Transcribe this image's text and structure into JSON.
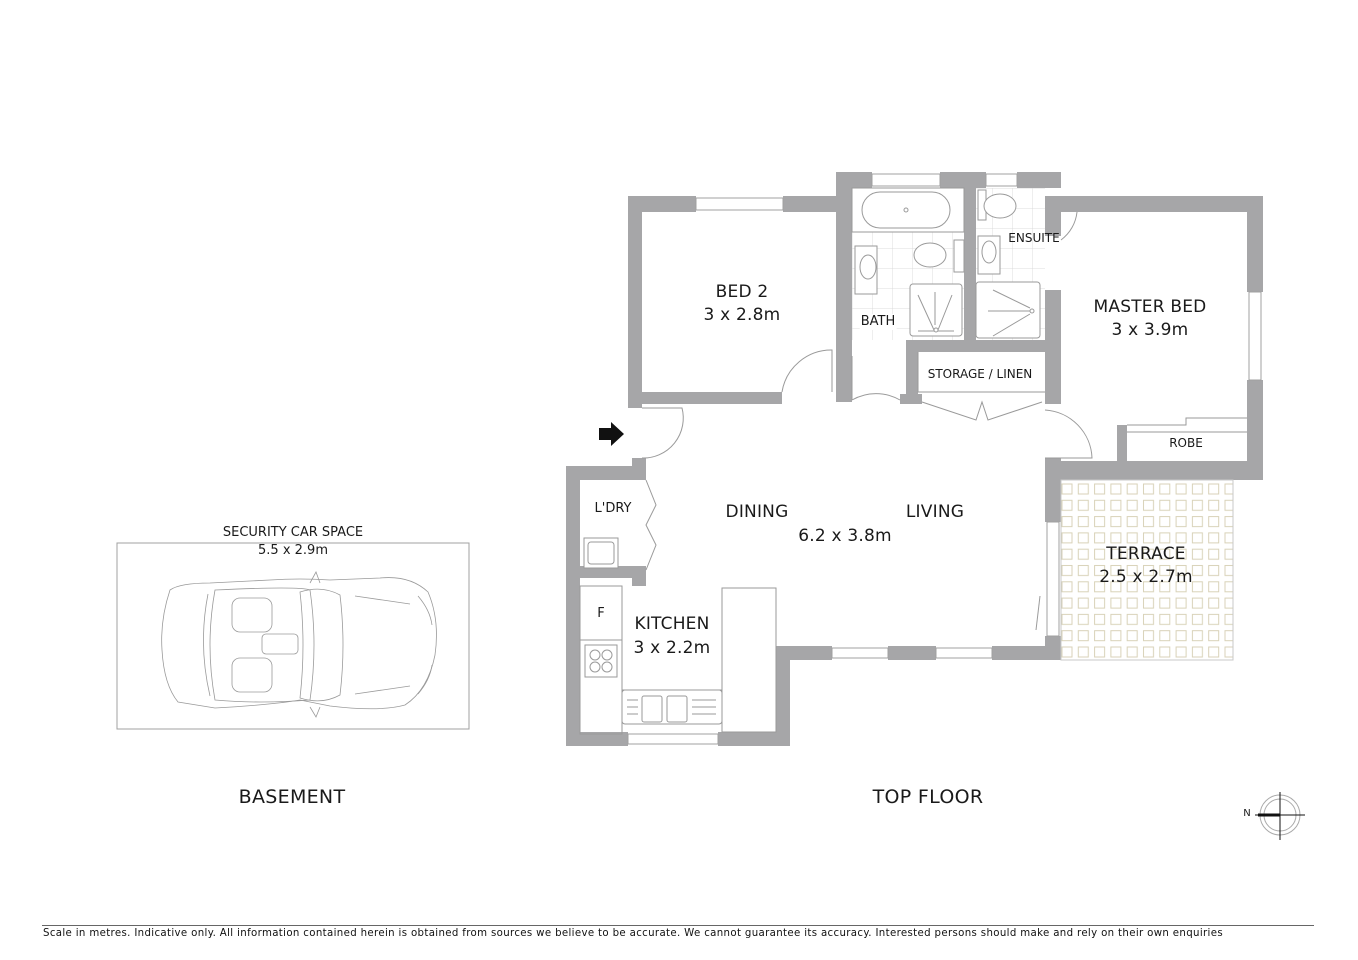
{
  "plan": {
    "entry_arrow_icon": "arrow-right",
    "compass": {
      "north_label": "N"
    },
    "sections": [
      {
        "id": "basement",
        "label": "BASEMENT"
      },
      {
        "id": "top_floor",
        "label": "TOP FLOOR"
      }
    ],
    "basement": {
      "car_space": {
        "name": "SECURITY CAR SPACE",
        "size": "5.5 x 2.9m"
      }
    },
    "rooms": {
      "bed2": {
        "name": "BED 2",
        "size": "3 x 2.8m"
      },
      "bath": {
        "name": "BATH"
      },
      "ensuite": {
        "name": "ENSUITE"
      },
      "master_bed": {
        "name": "MASTER BED",
        "size": "3 x 3.9m"
      },
      "storage": {
        "name": "STORAGE / LINEN"
      },
      "robe": {
        "name": "ROBE"
      },
      "laundry": {
        "name": "L'DRY"
      },
      "dining": {
        "name": "DINING"
      },
      "living": {
        "name": "LIVING"
      },
      "dining_living_size": "6.2 x 3.8m",
      "fridge": {
        "name": "F"
      },
      "kitchen": {
        "name": "KITCHEN",
        "size": "3 x 2.2m"
      },
      "terrace": {
        "name": "TERRACE",
        "size": "2.5 x 2.7m"
      }
    },
    "colors": {
      "wall": "#a6a6a8",
      "line": "#9a9a9a",
      "text": "#1a1a1a"
    }
  },
  "footer": {
    "disclaimer": "Scale in metres. Indicative only. All information contained herein is obtained from sources we believe to be accurate. We cannot guarantee its accuracy. Interested persons should make and rely on their own enquiries"
  }
}
